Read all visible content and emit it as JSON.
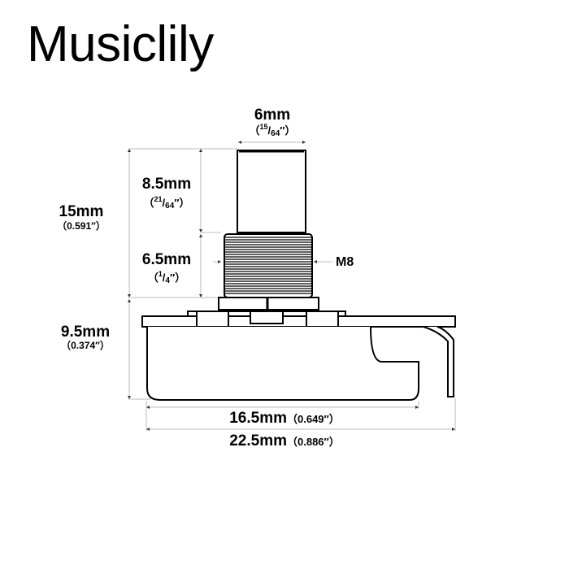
{
  "brand": "Musiclily",
  "dimensions": {
    "shaft_diameter": {
      "metric": "6mm",
      "imperial_num": "15",
      "imperial_den": "64",
      "inch_mark": "″"
    },
    "shaft_length": {
      "metric": "8.5mm",
      "imperial_num": "21",
      "imperial_den": "64",
      "inch_mark": "″"
    },
    "total_height": {
      "metric": "15mm",
      "imperial": "（0.591″）"
    },
    "thread_length": {
      "metric": "6.5mm",
      "imperial_num": "1",
      "imperial_den": "4",
      "inch_mark": "″"
    },
    "thread_spec": "M8",
    "body_height": {
      "metric": "9.5mm",
      "imperial": "（0.374″）"
    },
    "body_width": {
      "metric": "16.5mm",
      "imperial": "（0.649″）"
    },
    "overall_width": {
      "metric": "22.5mm",
      "imperial": "（0.886″）"
    }
  },
  "colors": {
    "line": "#000000",
    "dim_line": "#bbbbbb",
    "background": "#ffffff"
  }
}
